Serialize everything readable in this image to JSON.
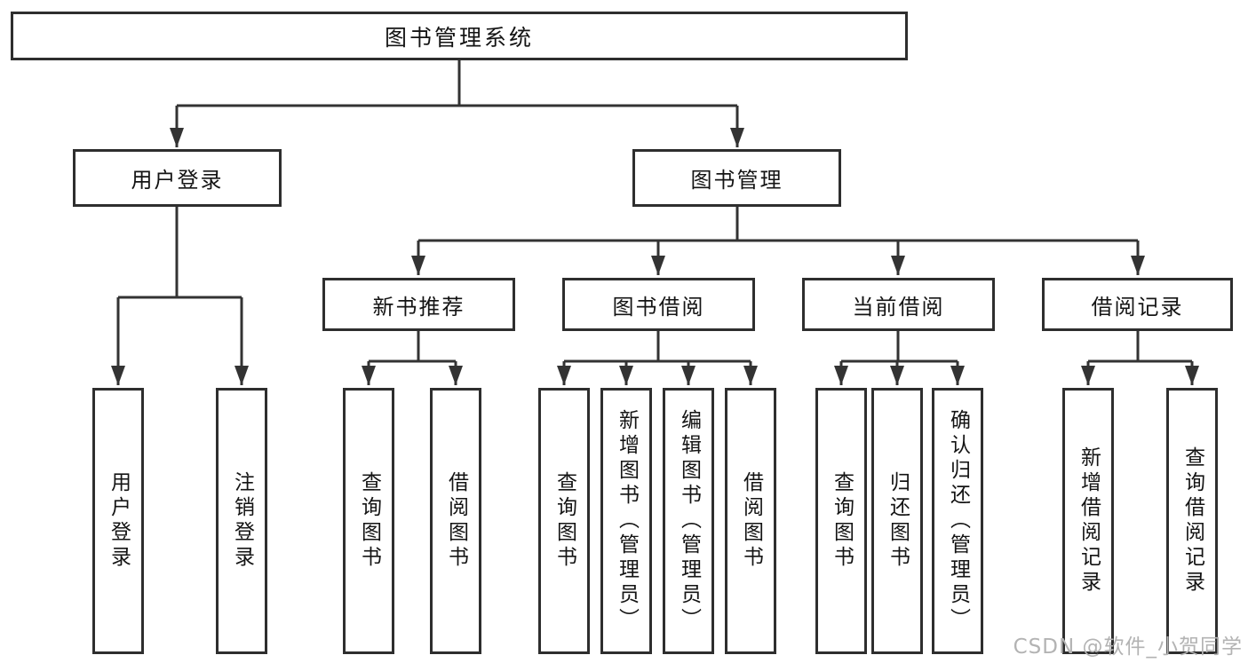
{
  "tree": {
    "root": {
      "label": "图书管理系统"
    },
    "branches": [
      {
        "label": "用户登录",
        "children": [
          {
            "label": "用户登录"
          },
          {
            "label": "注销登录"
          }
        ]
      },
      {
        "label": "图书管理",
        "sections": [
          {
            "label": "新书推荐",
            "children": [
              {
                "label": "查询图书"
              },
              {
                "label": "借阅图书"
              }
            ]
          },
          {
            "label": "图书借阅",
            "children": [
              {
                "label": "查询图书"
              },
              {
                "label": "新增图书（管理员）"
              },
              {
                "label": "编辑图书（管理员）"
              },
              {
                "label": "借阅图书"
              }
            ]
          },
          {
            "label": "当前借阅",
            "children": [
              {
                "label": "查询图书"
              },
              {
                "label": "归还图书"
              },
              {
                "label": "确认归还（管理员）"
              }
            ]
          },
          {
            "label": "借阅记录",
            "children": [
              {
                "label": "新增借阅记录"
              },
              {
                "label": "查询借阅记录"
              }
            ]
          }
        ]
      }
    ]
  },
  "watermark": {
    "text": "CSDN @软件_小贺同学"
  },
  "colors": {
    "line": "#333333",
    "box_border": "#2e2e2e",
    "text": "#141414",
    "watermark": "#b3b3b3",
    "background": "#ffffff"
  }
}
